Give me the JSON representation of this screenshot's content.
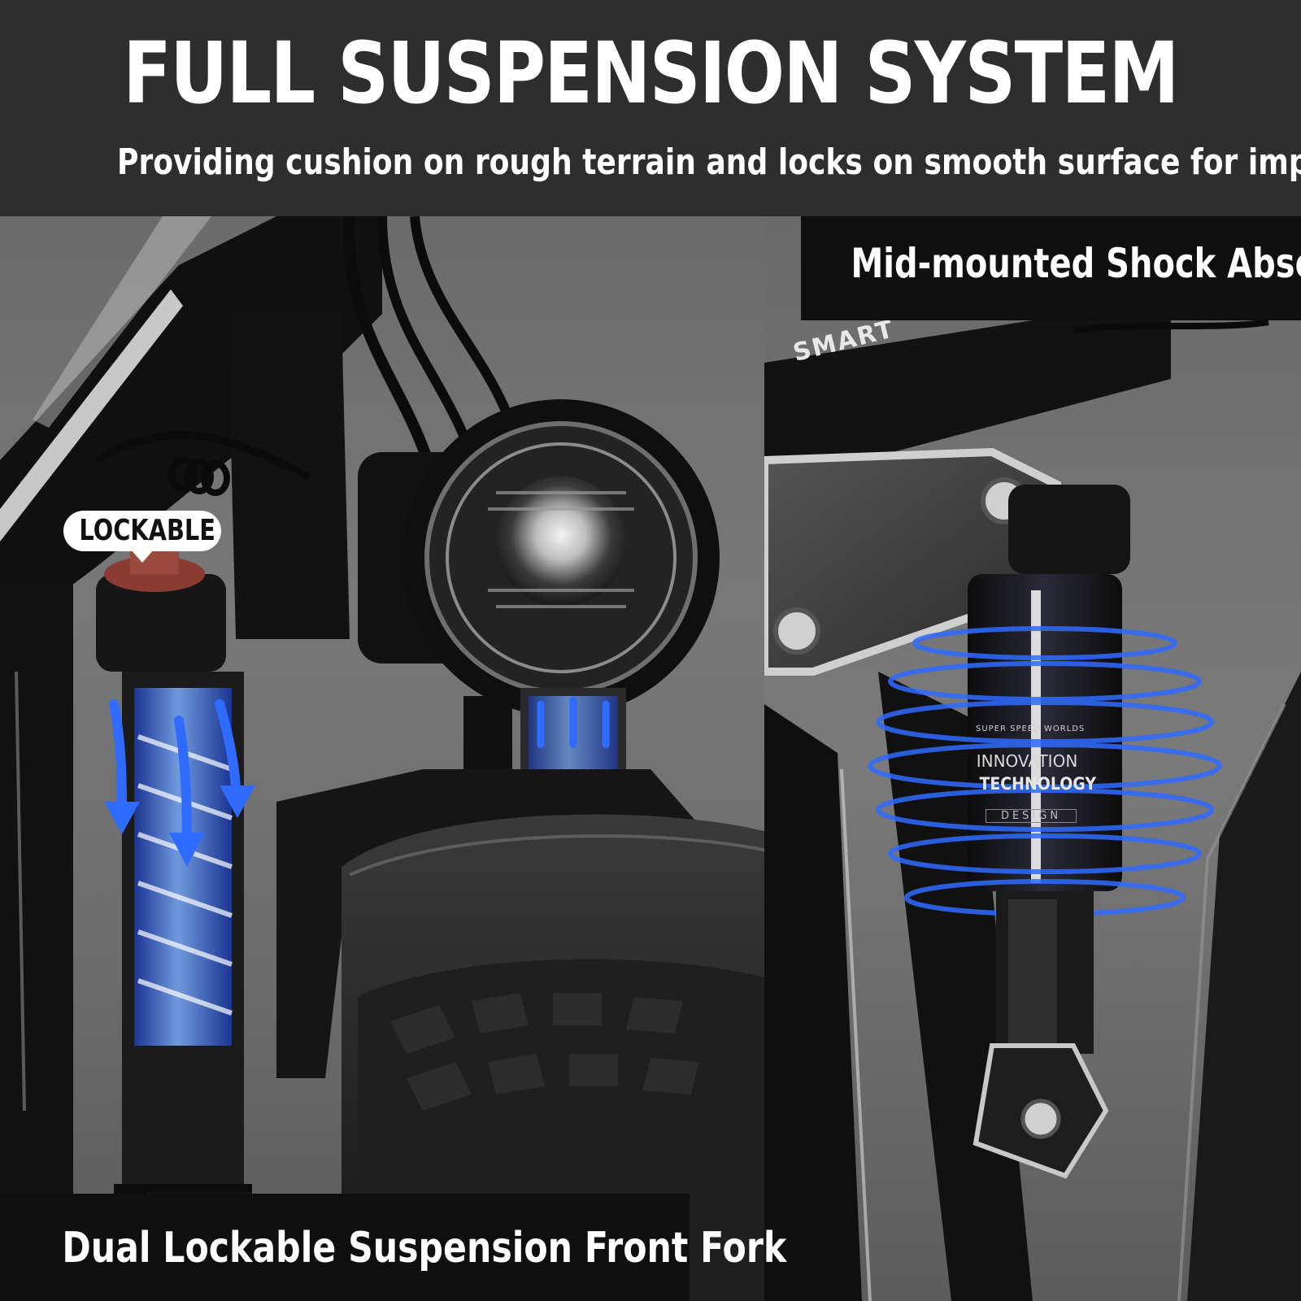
{
  "header": {
    "title": "FULL SUSPENSION SYSTEM",
    "subtitle": "Providing cushion on rough terrain and locks on smooth surface for improved effciency"
  },
  "callouts": {
    "mid_mounted_label": "Mid-mounted Shock Absorption",
    "front_fork_label": "Dual Lockable Suspension Front Fork",
    "lockable_tag": "LOCKABLE"
  },
  "shock_absorber_print": {
    "line1": "SUPER SPEED WORLDS",
    "line2": "INNOVATION",
    "line3": "TECHNOLOGY",
    "line4": "DESIGN"
  },
  "frame_print": "SMART",
  "colors": {
    "header_background": "#2e2e2e",
    "label_background": "#0f0f0f",
    "text": "#ffffff",
    "motion_accent": "#2f6bff",
    "lockout_knob": "#8a3b32"
  }
}
